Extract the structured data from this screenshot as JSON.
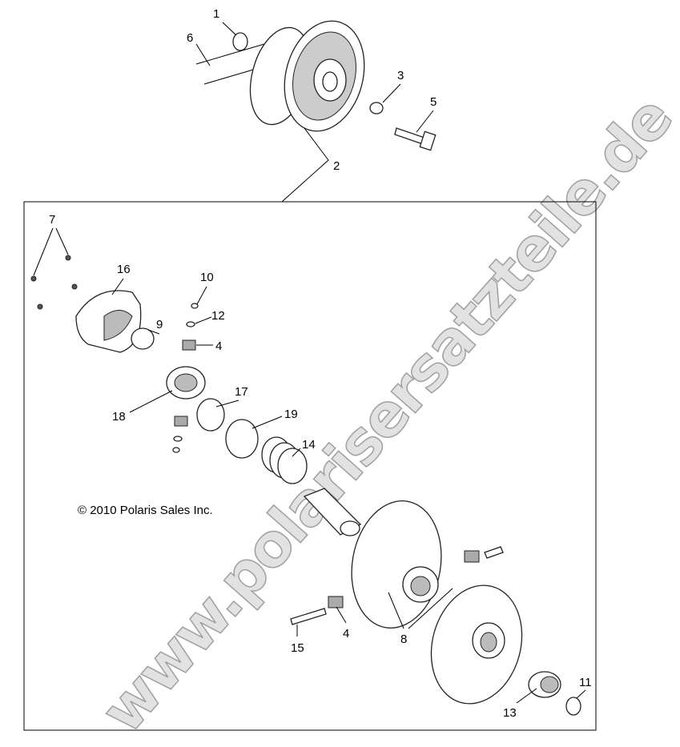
{
  "copyright": "© 2010 Polaris Sales Inc.",
  "watermark": "www.polarisersatzteile.de",
  "callouts": {
    "c1": "1",
    "c2": "2",
    "c3": "3",
    "c4a": "4",
    "c4b": "4",
    "c5": "5",
    "c6": "6",
    "c7": "7",
    "c8": "8",
    "c9": "9",
    "c10": "10",
    "c11": "11",
    "c12": "12",
    "c13": "13",
    "c14": "14",
    "c15": "15",
    "c16": "16",
    "c17": "17",
    "c18": "18",
    "c19": "19"
  }
}
